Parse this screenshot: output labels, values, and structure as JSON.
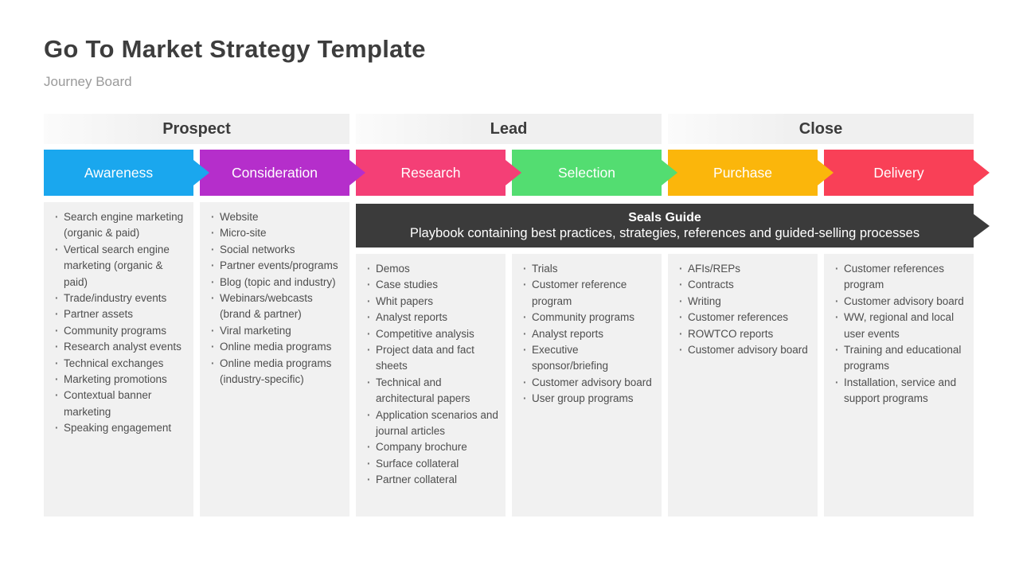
{
  "page": {
    "title": "Go To Market Strategy Template",
    "subtitle": "Journey Board"
  },
  "phases": [
    {
      "label": "Prospect"
    },
    {
      "label": "Lead"
    },
    {
      "label": "Close"
    }
  ],
  "seals_guide": {
    "title": "Seals Guide",
    "description": "Playbook containing best practices, strategies, references and guided-selling processes",
    "color": "#3b3b3b"
  },
  "stages": [
    {
      "label": "Awareness",
      "color": "#1aa7ee",
      "items": [
        "Search engine marketing (organic & paid)",
        "Vertical search engine marketing (organic & paid)",
        "Trade/industry events",
        "Partner assets",
        "Community programs",
        "Research analyst events",
        "Technical exchanges",
        "Marketing promotions",
        "Contextual banner marketing",
        "Speaking engagement"
      ]
    },
    {
      "label": "Consideration",
      "color": "#b52ecb",
      "items": [
        "Website",
        "Micro-site",
        "Social networks",
        "Partner events/programs",
        "Blog (topic and industry)",
        "Webinars/webcasts (brand & partner)",
        "Viral marketing",
        "Online media programs",
        "Online media programs (industry-specific)"
      ]
    },
    {
      "label": "Research",
      "color": "#f43f76",
      "items": [
        "Demos",
        "Case studies",
        "Whit papers",
        "Analyst reports",
        "Competitive analysis",
        "Project data and fact sheets",
        "Technical and architectural papers",
        "Application scenarios and journal articles",
        "Company brochure",
        "Surface collateral",
        "Partner collateral"
      ]
    },
    {
      "label": "Selection",
      "color": "#53dd71",
      "items": [
        "Trials",
        "Customer reference program",
        "Community programs",
        "Analyst reports",
        "Executive sponsor/briefing",
        "Customer advisory board",
        "User group programs"
      ]
    },
    {
      "label": "Purchase",
      "color": "#fbb60b",
      "items": [
        "AFIs/REPs",
        "Contracts",
        "Writing",
        "Customer references",
        "ROWTCO reports",
        "Customer advisory board"
      ]
    },
    {
      "label": "Delivery",
      "color": "#f94057",
      "items": [
        "Customer references program",
        "Customer advisory board",
        "WW, regional and local user events",
        "Training and educational programs",
        "Installation, service and support programs"
      ]
    }
  ]
}
